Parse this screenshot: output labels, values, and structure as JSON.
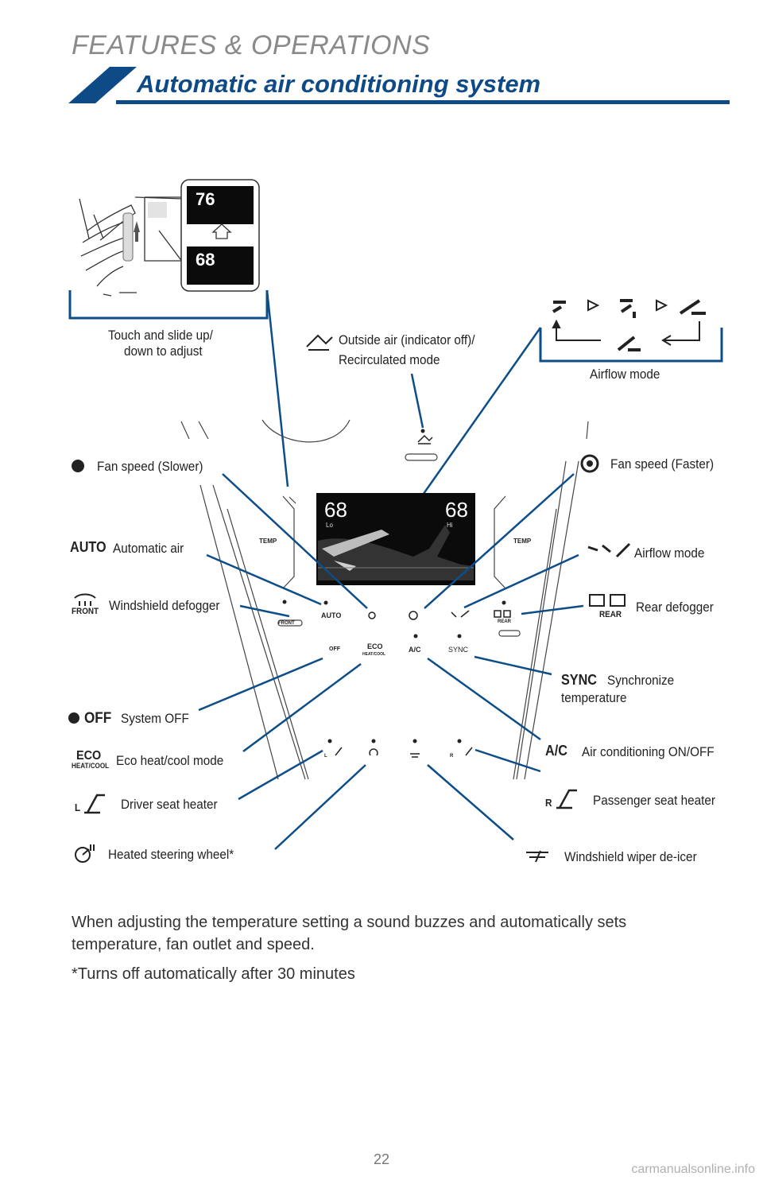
{
  "header": {
    "section": "FEATURES & OPERATIONS",
    "title": "Automatic air conditioning system"
  },
  "inset": {
    "temp_high": "76",
    "temp_low": "68",
    "caption_line1": "Touch and slide up/",
    "caption_line2": "down to adjust"
  },
  "callouts": {
    "outside_air_line1": "Outside air (indicator off)/",
    "outside_air_line2": "Recirculated mode",
    "airflow_top": "Airflow mode",
    "fan_slower": "Fan speed (Slower)",
    "fan_faster": "Fan speed (Faster)",
    "auto_icon": "AUTO",
    "auto": "Automatic air",
    "airflow_right": "Airflow mode",
    "front_icon": "FRONT",
    "windshield_defogger": "Windshield defogger",
    "rear_icon": "REAR",
    "rear_defogger": "Rear defogger",
    "sync_icon": "SYNC",
    "sync_line1": "Synchronize",
    "sync_line2": "temperature",
    "off_icon": "OFF",
    "system_off": "System OFF",
    "ac_icon": "A/C",
    "ac": "Air conditioning ON/OFF",
    "eco_icon_top": "ECO",
    "eco_icon_bottom": "HEAT/COOL",
    "eco": "Eco heat/cool mode",
    "passenger_icon": "R",
    "passenger_heater": "Passenger seat heater",
    "driver_icon": "L",
    "driver_heater": "Driver seat heater",
    "heated_wheel": "Heated steering wheel*",
    "wiper_deicer": "Windshield wiper de-icer"
  },
  "panel": {
    "temp_left": "68",
    "temp_right": "68",
    "lo": "Lo",
    "hi": "Hi",
    "temp_label_left": "TEMP",
    "temp_label_right": "TEMP",
    "btn_front": "FRONT",
    "btn_auto": "AUTO",
    "btn_rear": "REAR",
    "btn_off": "OFF",
    "btn_eco_top": "ECO",
    "btn_eco_bottom": "HEAT/COOL",
    "btn_ac": "A/C",
    "btn_sync": "SYNC",
    "btn_l": "L",
    "btn_r": "R"
  },
  "notes": {
    "line1": "When adjusting the temperature setting a sound buzzes and automatically sets",
    "line2": "temperature, fan outlet and speed.",
    "footnote": "*Turns off automatically after 30 minutes"
  },
  "page_number": "22",
  "watermark": "carmanualsonline.info",
  "colors": {
    "brand_blue": "#0e4a86",
    "leader_blue": "#0d4d88",
    "display_bg": "#0b0b0b"
  }
}
